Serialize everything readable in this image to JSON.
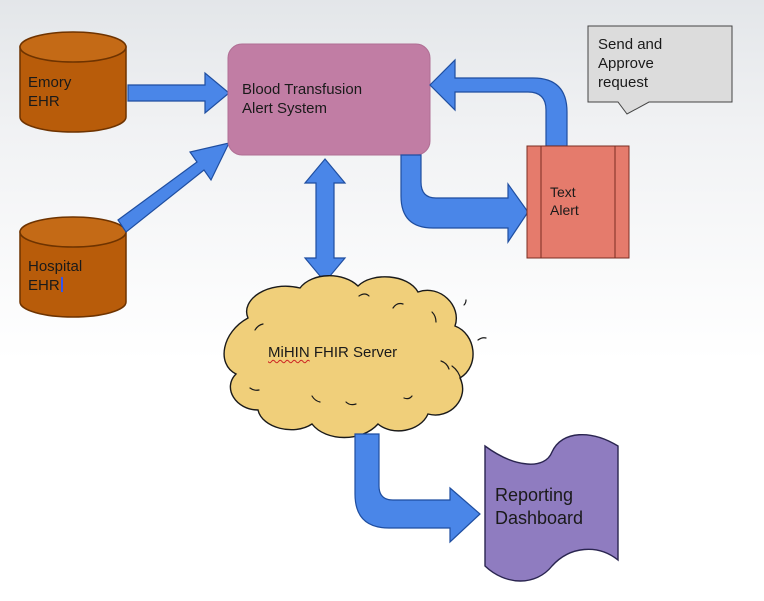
{
  "nodes": {
    "emory_ehr": {
      "line1": "Emory",
      "line2": "EHR"
    },
    "hospital_ehr": {
      "line1": "Hospital",
      "line2": "EHR"
    },
    "alert_system": {
      "line1": "Blood Transfusion",
      "line2": "Alert System"
    },
    "callout": {
      "line1": "Send and",
      "line2": "Approve",
      "line3": "request"
    },
    "text_alert": {
      "line1": "Text",
      "line2": "Alert"
    },
    "fhir_server": {
      "prefix": "MiHIN",
      "suffix": " FHIR Server"
    },
    "dashboard": {
      "line1": "Reporting",
      "line2": "Dashboard"
    }
  },
  "colors": {
    "database_fill": "#b85c0a",
    "database_stroke": "#6e3300",
    "alert_system_fill": "#c17da4",
    "text_alert_fill": "#e57b6c",
    "cloud_fill": "#f0cf7a",
    "dashboard_fill": "#8f7cc0",
    "callout_fill": "#dcdcdc",
    "arrow_fill": "#4a86e8",
    "arrow_stroke": "#1f4ea0"
  },
  "edges": [
    {
      "from": "Emory EHR",
      "to": "Blood Transfusion Alert System"
    },
    {
      "from": "Hospital EHR",
      "to": "Blood Transfusion Alert System"
    },
    {
      "from": "Blood Transfusion Alert System",
      "to": "MiHIN FHIR Server",
      "bidirectional": true
    },
    {
      "from": "Blood Transfusion Alert System",
      "to": "Text Alert"
    },
    {
      "from": "Text Alert",
      "to": "Blood Transfusion Alert System"
    },
    {
      "from": "MiHIN FHIR Server",
      "to": "Reporting Dashboard"
    }
  ]
}
